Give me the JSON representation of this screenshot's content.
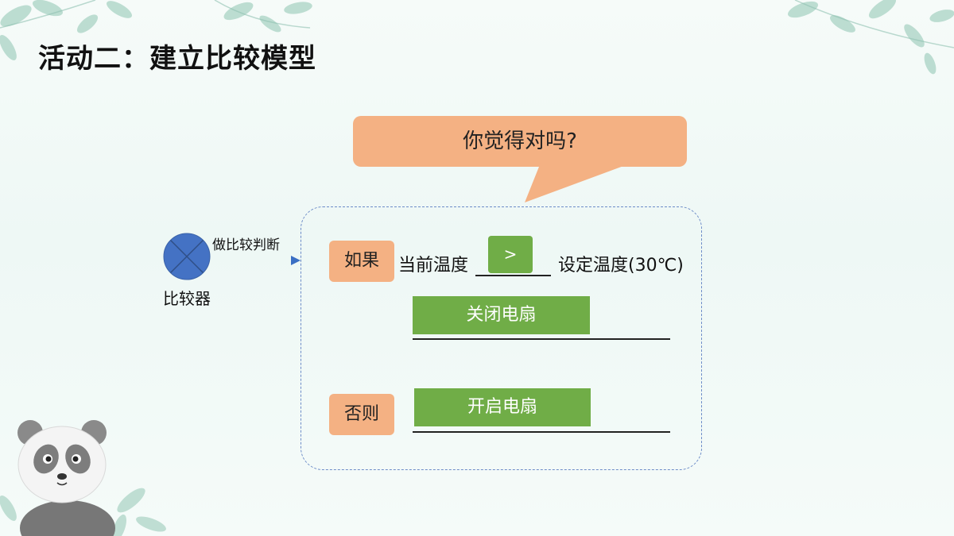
{
  "title": "活动二：建立比较模型",
  "bubble": {
    "text": "你觉得对吗?"
  },
  "comparator": {
    "label": "比较器",
    "arrow_label": "做比较判断"
  },
  "if_block": {
    "tag": "如果",
    "left_text": "当前温度",
    "operator": ">",
    "right_text": "设定温度(30℃)",
    "action": "关闭电扇"
  },
  "else_block": {
    "tag": "否则",
    "action": "开启电扇"
  },
  "colors": {
    "accent_orange": "#f4b183",
    "accent_green": "#70ad47",
    "comparator_blue": "#4472c4",
    "dashed_border": "#6d8cc8"
  },
  "decorations": [
    "leaves",
    "panda-illustration"
  ]
}
